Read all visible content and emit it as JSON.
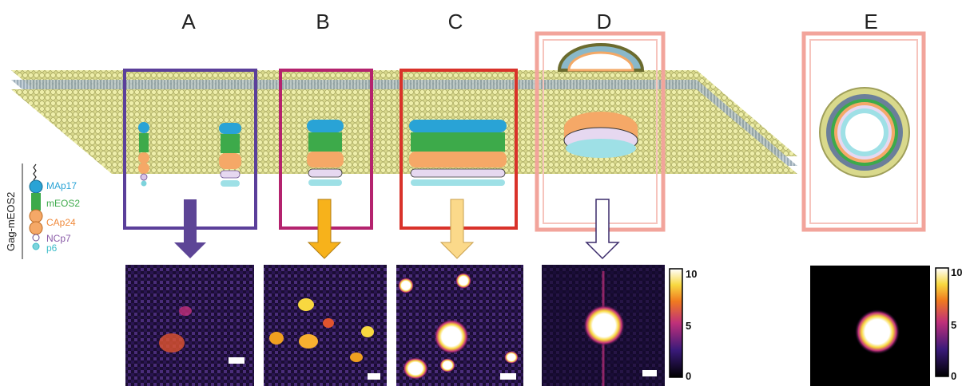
{
  "panels": [
    "A",
    "B",
    "C",
    "D",
    "E"
  ],
  "legend": {
    "title": "Gag-mEOS2",
    "items": [
      {
        "label": "MAp17",
        "color": "#29a3d6"
      },
      {
        "label": "mEOS2",
        "color": "#3daa4a"
      },
      {
        "label": "CAp24",
        "color": "#f08a3c"
      },
      {
        "label": "NCp7",
        "color": "#8a5ba8"
      },
      {
        "label": "p6",
        "color": "#3cbdc9"
      }
    ]
  },
  "colorbar": {
    "max": "10",
    "mid": "5",
    "min": "0"
  },
  "colors": {
    "frameA": "#5b3f9a",
    "frameB": "#b4236e",
    "frameC": "#d9322a",
    "frameDE": "#f2a49b",
    "arrowA": "#5d4596",
    "arrowB": "#f7b21b",
    "arrowC": "#fbd98a",
    "arrowD": "#ffffff",
    "membrane_head": "#e6e59a",
    "membrane_tail": "#7f97a8"
  }
}
